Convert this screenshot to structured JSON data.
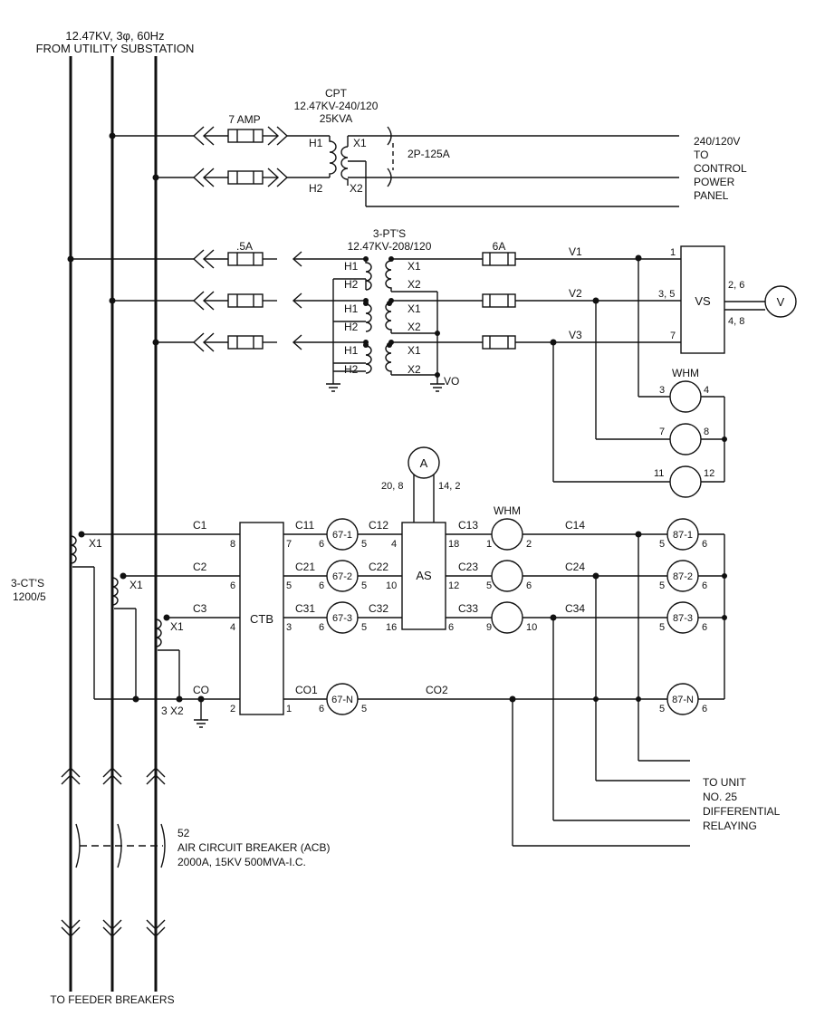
{
  "source": {
    "line1": "12.47KV, 3φ, 60Hz",
    "line2": "FROM UTILITY SUBSTATION"
  },
  "cpt": {
    "title": "CPT",
    "rating1": "12.47KV-240/120",
    "rating2": "25KVA",
    "fuse": "7 AMP",
    "h1": "H1",
    "h2": "H2",
    "x1": "X1",
    "x2": "X2",
    "breaker": "2P-125A",
    "out1": "240/120V",
    "out2": "TO",
    "out3": "CONTROL",
    "out4": "POWER",
    "out5": "PANEL"
  },
  "pts": {
    "title": "3-PT'S",
    "rating": "12.47KV-208/120",
    "fuse_primary": ".5A",
    "fuse_secondary": "6A",
    "h1": "H1",
    "h2": "H2",
    "x1": "X1",
    "x2": "X2",
    "v1": "V1",
    "v2": "V2",
    "v3": "V3",
    "vo": "VO"
  },
  "vs": {
    "label": "VS",
    "pin_1": "1",
    "pin_35": "3, 5",
    "pin_7": "7",
    "pin_26": "2, 6",
    "pin_48": "4, 8",
    "voltmeter": "V"
  },
  "whm_v": {
    "label": "WHM",
    "p3": "3",
    "p4": "4",
    "p7": "7",
    "p8": "8",
    "p11": "11",
    "p12": "12"
  },
  "ammeter": {
    "label": "A",
    "left_pins": "20, 8",
    "right_pins": "14, 2"
  },
  "cts": {
    "title1": "3-CT'S",
    "title2": "1200/5",
    "x1": "X1",
    "x2": "3  X2"
  },
  "ctb": {
    "label": "CTB",
    "in_8": "8",
    "in_6": "6",
    "in_4": "4",
    "in_2": "2",
    "out_7": "7",
    "out_5": "5",
    "out_3": "3",
    "out_1": "1"
  },
  "as": {
    "label": "AS",
    "in_4": "4",
    "in_10": "10",
    "in_16": "16",
    "out_18": "18",
    "out_12": "12",
    "out_6": "6"
  },
  "whm_c": {
    "label": "WHM",
    "p1": "1",
    "p2": "2",
    "p5": "5",
    "p6": "6",
    "p9": "9",
    "p10": "10"
  },
  "wires": {
    "c1": "C1",
    "c2": "C2",
    "c3": "C3",
    "co": "CO",
    "c11": "C11",
    "c12": "C12",
    "c13": "C13",
    "c14": "C14",
    "c21": "C21",
    "c22": "C22",
    "c23": "C23",
    "c24": "C24",
    "c31": "C31",
    "c32": "C32",
    "c33": "C33",
    "c34": "C34",
    "co1": "CO1",
    "co2": "CO2"
  },
  "relays": {
    "r671": "67-1",
    "r672": "67-2",
    "r673": "67-3",
    "r67n": "67-N",
    "r871": "87-1",
    "r872": "87-2",
    "r873": "87-3",
    "r87n": "87-N",
    "p5": "5",
    "p6": "6"
  },
  "unit25": {
    "line1": "TO UNIT",
    "line2": "NO. 25",
    "line3": "DIFFERENTIAL",
    "line4": "RELAYING"
  },
  "acb": {
    "line1": "52",
    "line2": "AIR CIRCUIT BREAKER (ACB)",
    "line3": "2000A, 15KV 500MVA-I.C."
  },
  "footer": "TO FEEDER BREAKERS"
}
